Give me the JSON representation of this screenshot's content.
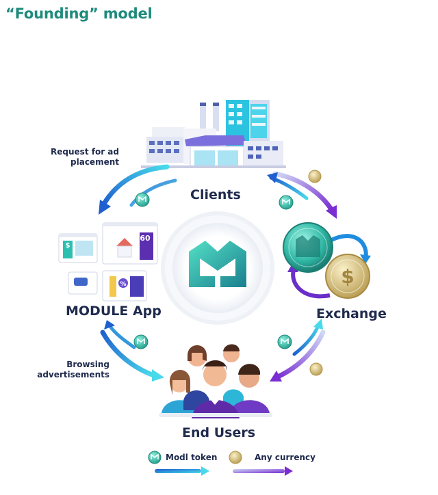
{
  "title": "“Founding” model",
  "nodes": {
    "clients": "Clients",
    "module_app": "MODULE App",
    "exchange": "Exchange",
    "end_users": "End Users"
  },
  "side_labels": {
    "request_line1": "Request for ad",
    "request_line2": "placement",
    "browsing_line1": "Browsing",
    "browsing_line2": "advertisements"
  },
  "legend": {
    "token": "Modl token",
    "currency": "Any currency"
  },
  "app_tiles": {
    "price": "60",
    "dollar": "$",
    "percent": "%"
  },
  "colors": {
    "title": "#1e8a7c",
    "dark_text": "#1f2a4d",
    "blue_arrow": "#1f6fd6",
    "cyan_arrow": "#3fd0e6",
    "purple_arrow": "#7b2fd0",
    "teal_token": "#2bb5a0",
    "gold_coin": "#d8c37a"
  },
  "icons": [
    "factory-icon",
    "module-logo-icon",
    "modl-token-icon",
    "gold-coin-icon",
    "people-icon",
    "app-tiles-icon"
  ]
}
